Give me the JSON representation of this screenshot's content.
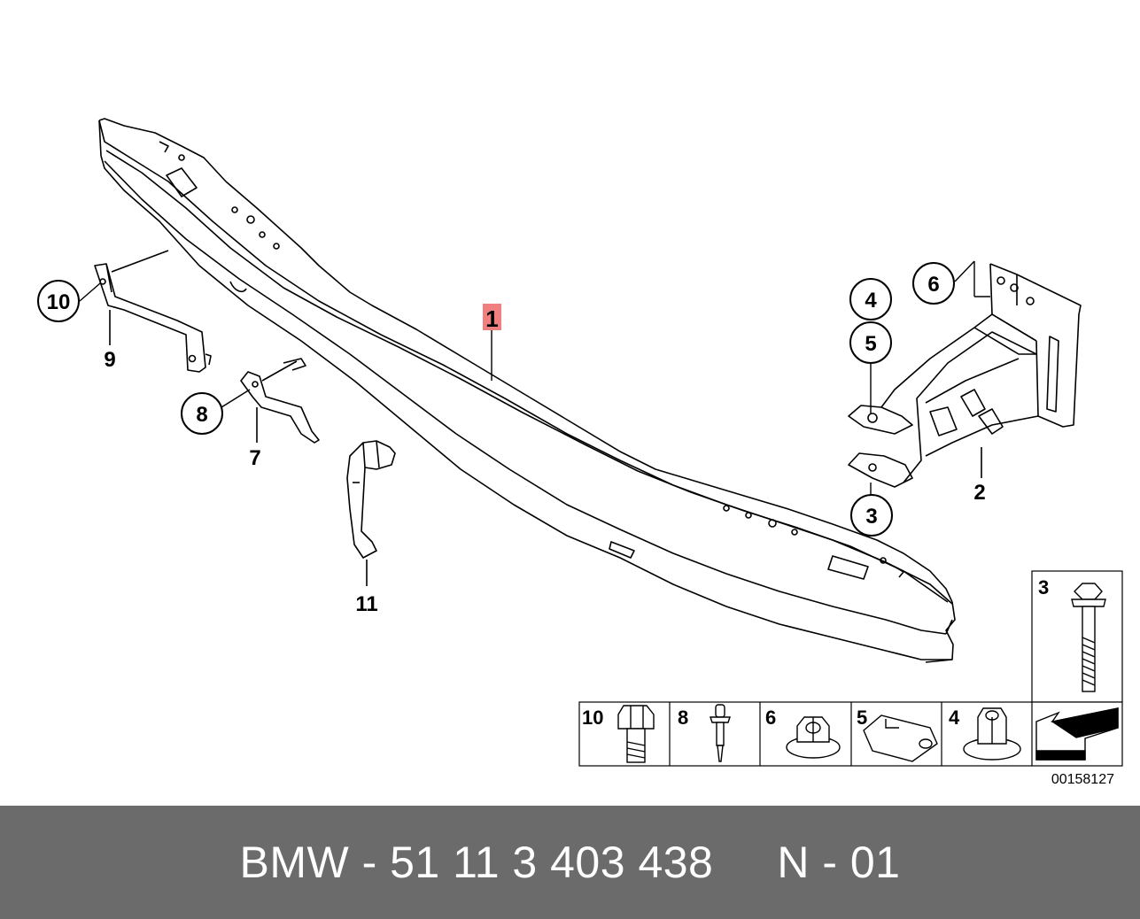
{
  "callouts": {
    "c1": "1",
    "c2": "2",
    "c3": "3",
    "c4": "4",
    "c5": "5",
    "c6": "6",
    "c7": "7",
    "c8": "8",
    "c9": "9",
    "c10": "10",
    "c11": "11"
  },
  "legend": {
    "top_cell": "3",
    "cells": [
      "10",
      "8",
      "6",
      "5",
      "4"
    ]
  },
  "diagram_number": "00158127",
  "footer": {
    "text": "BMW - 51 11 3 403 438     N - 01"
  },
  "colors": {
    "line": "#000000",
    "highlight": "#f08080",
    "footer_bg": "#6b6b6b",
    "footer_text": "#ffffff"
  }
}
